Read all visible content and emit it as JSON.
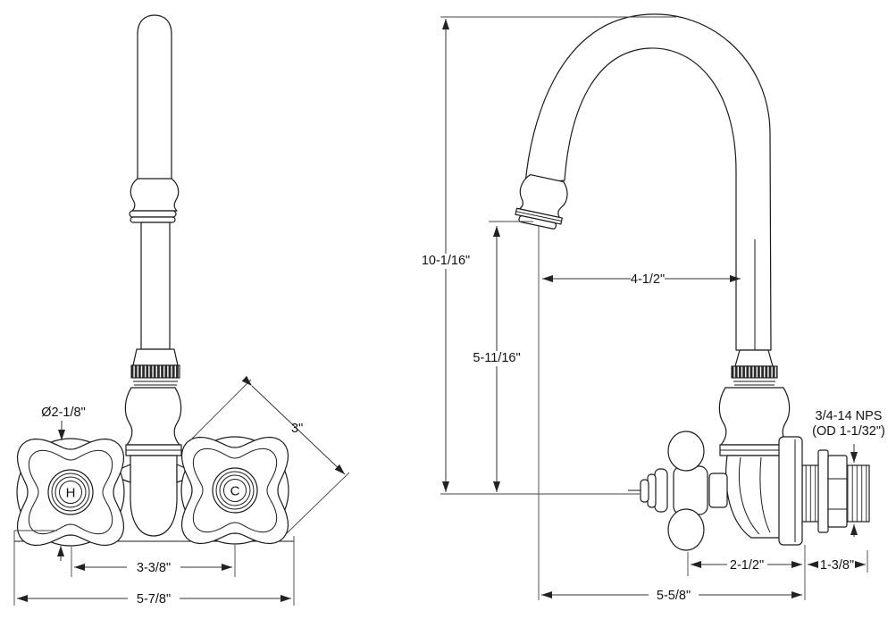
{
  "drawing": {
    "front_view": {
      "hot_label": "H",
      "cold_label": "C",
      "dim_handle_diameter": "Ø2-1/8\"",
      "dim_handle_width": "3\"",
      "dim_handle_spacing": "3-3/8\"",
      "dim_overall_width": "5-7/8\""
    },
    "side_view": {
      "dim_overall_height": "10-1/16\"",
      "dim_outlet_height": "5-11/16\"",
      "dim_spout_reach": "4-1/2\"",
      "dim_handle_to_wall": "2-1/2\"",
      "dim_shank_length": "1-3/8\"",
      "dim_outlet_to_wall": "5-5/8\"",
      "thread_spec_line1": "3/4-14 NPS",
      "thread_spec_line2": "(OD 1-1/32\")"
    },
    "colors": {
      "line": "#1a1a1a",
      "dimension": "#333333",
      "background": "#ffffff"
    }
  }
}
